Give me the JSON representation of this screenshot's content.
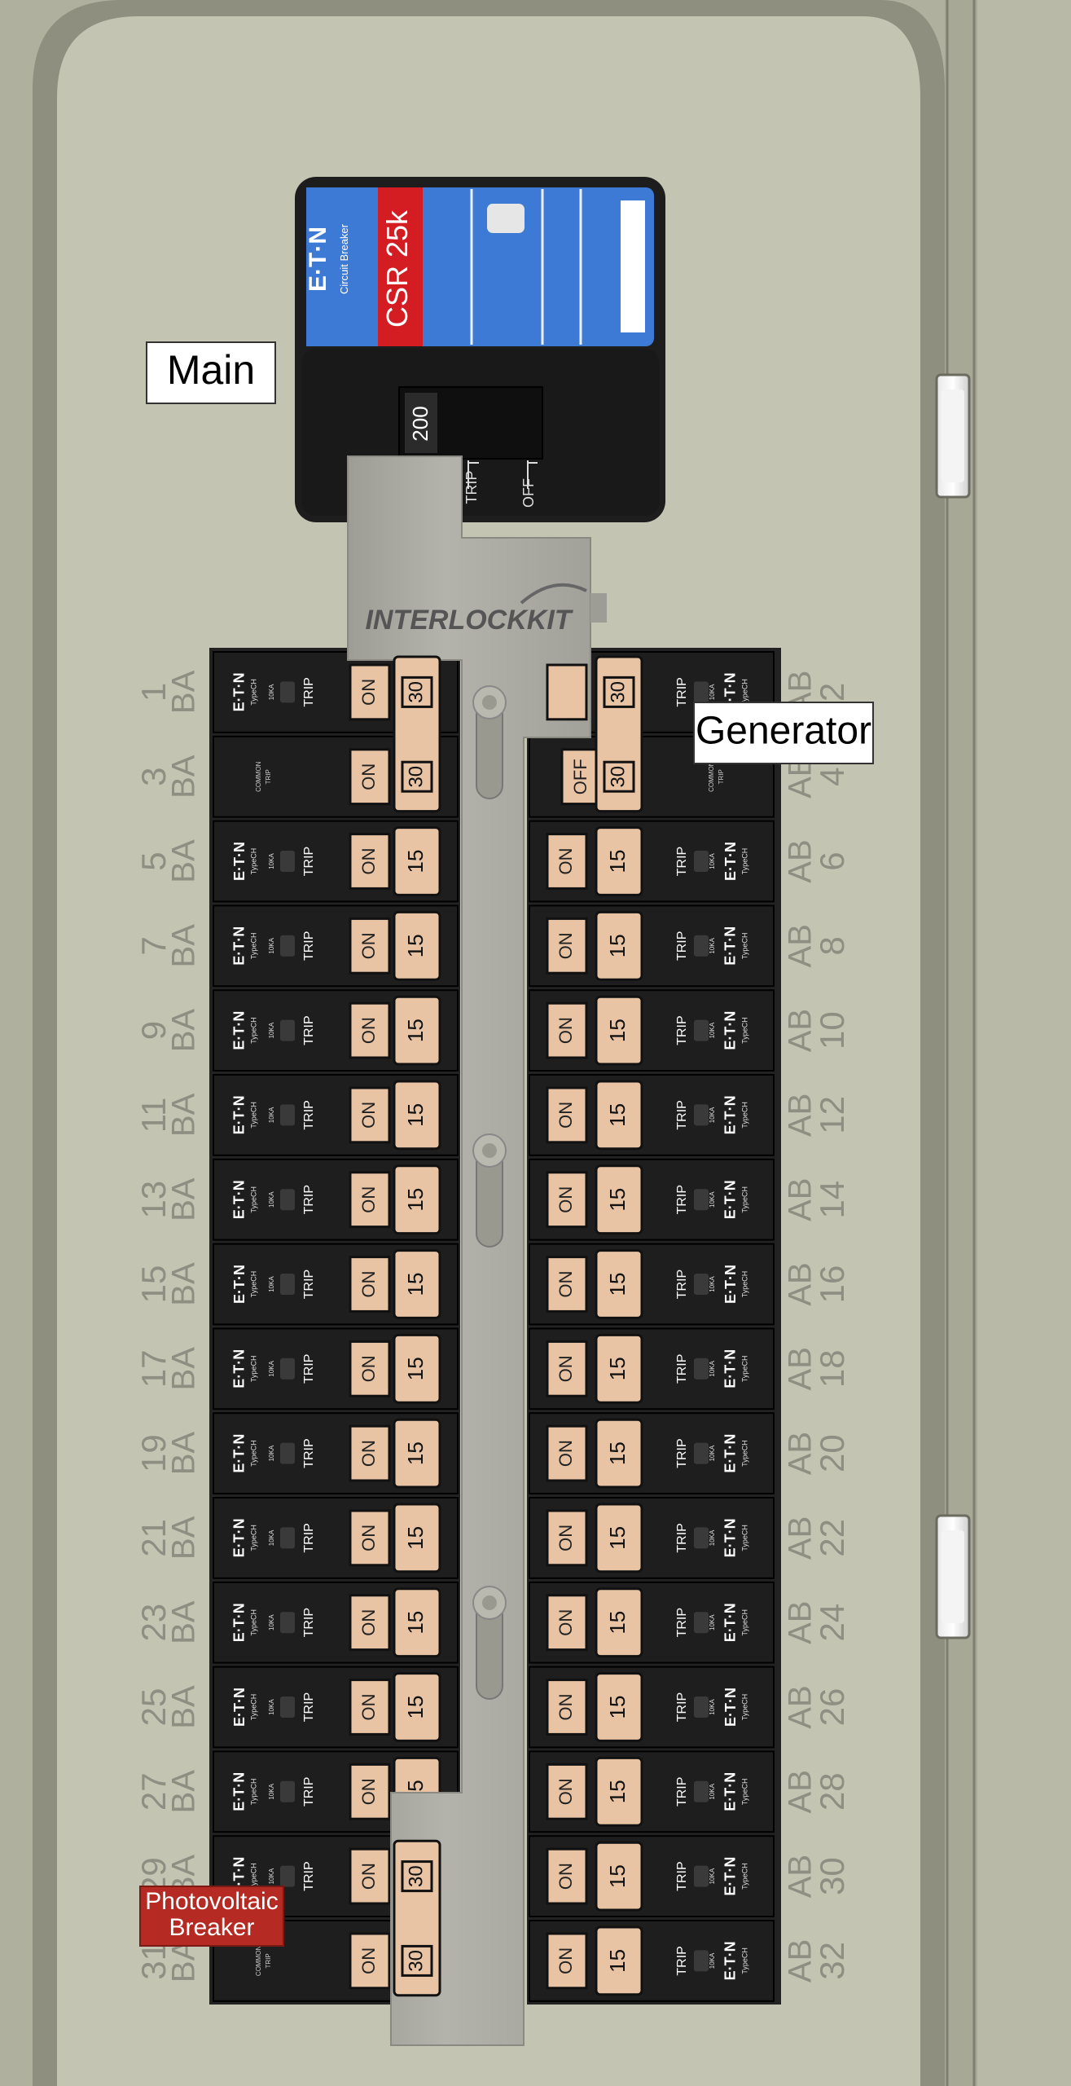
{
  "main_breaker": {
    "label": "Main",
    "brand": "E·T·N",
    "brand_sub": "Circuit Breaker",
    "model": "CSR 25k",
    "rating": "200",
    "trip_label": "TRIP",
    "off_label": "OFF"
  },
  "interlock": {
    "label": "INTERLOCKKIT"
  },
  "generator_label": "Generator",
  "pv_label": [
    "Photovoltaic",
    "Breaker"
  ],
  "breaker_text": {
    "on": "ON",
    "off": "OFF",
    "trip": "TRIP",
    "brand": "E·T·N",
    "common_trip": [
      "COMMON",
      "TRIP"
    ],
    "kaic": "10KA",
    "type": "TypeCH"
  },
  "left_circuits": [
    {
      "n": "1",
      "amps": "30",
      "double": true,
      "handle": "ON"
    },
    {
      "n": "3"
    },
    {
      "n": "5",
      "amps": "15",
      "handle": "ON"
    },
    {
      "n": "7",
      "amps": "15",
      "handle": "ON"
    },
    {
      "n": "9",
      "amps": "15",
      "handle": "ON"
    },
    {
      "n": "11",
      "amps": "15",
      "handle": "ON"
    },
    {
      "n": "13",
      "amps": "15",
      "handle": "ON"
    },
    {
      "n": "15",
      "amps": "15",
      "handle": "ON"
    },
    {
      "n": "17",
      "amps": "15",
      "handle": "ON"
    },
    {
      "n": "19",
      "amps": "15",
      "handle": "ON"
    },
    {
      "n": "21",
      "amps": "15",
      "handle": "ON"
    },
    {
      "n": "23",
      "amps": "15",
      "handle": "ON"
    },
    {
      "n": "25",
      "amps": "15",
      "handle": "ON"
    },
    {
      "n": "27",
      "amps": "15",
      "handle": "ON"
    },
    {
      "n": "29",
      "amps": "30",
      "double": true,
      "handle": "ON"
    },
    {
      "n": "31"
    }
  ],
  "right_circuits": [
    {
      "n": "2",
      "amps": "30",
      "double": true,
      "handle": "OFF"
    },
    {
      "n": "4"
    },
    {
      "n": "6",
      "amps": "15",
      "handle": "ON"
    },
    {
      "n": "8",
      "amps": "15",
      "handle": "ON"
    },
    {
      "n": "10",
      "amps": "15",
      "handle": "ON"
    },
    {
      "n": "12",
      "amps": "15",
      "handle": "ON"
    },
    {
      "n": "14",
      "amps": "15",
      "handle": "ON"
    },
    {
      "n": "16",
      "amps": "15",
      "handle": "ON"
    },
    {
      "n": "18",
      "amps": "15",
      "handle": "ON"
    },
    {
      "n": "20",
      "amps": "15",
      "handle": "ON"
    },
    {
      "n": "22",
      "amps": "15",
      "handle": "ON"
    },
    {
      "n": "24",
      "amps": "15",
      "handle": "ON"
    },
    {
      "n": "26",
      "amps": "15",
      "handle": "ON"
    },
    {
      "n": "28",
      "amps": "15",
      "handle": "ON"
    },
    {
      "n": "30",
      "amps": "15",
      "handle": "ON"
    },
    {
      "n": "32",
      "amps": "15",
      "handle": "ON"
    }
  ],
  "phase_left": "BA",
  "phase_right": "AB",
  "colors": {
    "panel": "#b5b5a4",
    "panel_inner": "#c4c4b3",
    "breaker": "#1e1e1e",
    "handle": "#e9c4a4",
    "main_blue": "#3d7ad6",
    "main_red": "#d41d23",
    "pv_red": "#b52a22",
    "interlock": "#acaba3"
  }
}
